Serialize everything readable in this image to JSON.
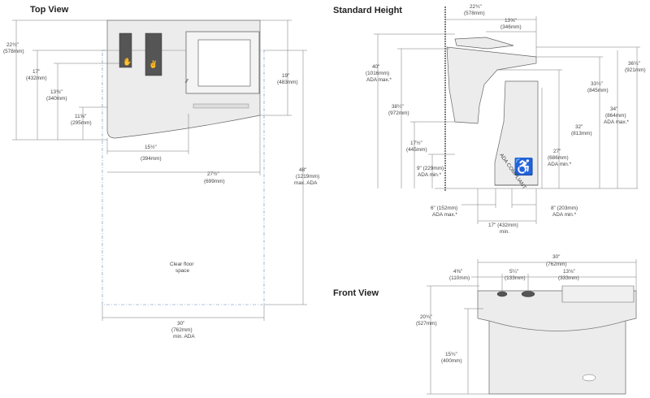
{
  "views": {
    "top": {
      "title": "Top View"
    },
    "standard": {
      "title": "Standard Height"
    },
    "front": {
      "title": "Front View"
    }
  },
  "top_dims": {
    "d1": [
      "22¾\"",
      "(578mm)"
    ],
    "d2": [
      "17\"",
      "(432mm)"
    ],
    "d3": [
      "13⅜\"",
      "(340mm)"
    ],
    "d4": [
      "11⅝\"",
      "(295mm)"
    ],
    "d5": [
      "19\"",
      "(483mm)"
    ],
    "d6": [
      "15½\"",
      "(394mm)"
    ],
    "d7": [
      "27½\"",
      "(699mm)"
    ],
    "d8": [
      "48\"",
      "(1219mm)",
      "max. ADA"
    ],
    "d9": [
      "30\"",
      "(762mm)",
      "min. ADA"
    ],
    "clear": [
      "Clear floor",
      "space"
    ]
  },
  "std_dims": {
    "d1": [
      "22¾\"",
      "(578mm)"
    ],
    "d2": [
      "13⅝\"",
      "(346mm)"
    ],
    "d3": [
      "40\"",
      "(1016mm)",
      "ADA max.*"
    ],
    "d4": [
      "38¼\"",
      "(972mm)"
    ],
    "d5": [
      "17½\"",
      "(445mm)"
    ],
    "d6": [
      "9\" (229mm)",
      "ADA min.*"
    ],
    "d7": [
      "36¼\"",
      "(921mm)"
    ],
    "d8": [
      "33¼\"",
      "(845mm)"
    ],
    "d9": [
      "34\"",
      "(864mm)",
      "ADA max.*"
    ],
    "d10": [
      "32\"",
      "(813mm)"
    ],
    "d11": [
      "27\"",
      "(686mm)",
      "ADA min.*"
    ],
    "d12": [
      "6\" (152mm)",
      "ADA max.*"
    ],
    "d13": [
      "8\" (203mm)",
      "ADA min.*"
    ],
    "d14": [
      "17\" (432mm)",
      "min."
    ],
    "ada": "ADA COMPLIANT"
  },
  "front_dims": {
    "d1": [
      "30\"",
      "(762mm)"
    ],
    "d2": [
      "4⅜\"",
      "(110mm)"
    ],
    "d3": [
      "5¼\"",
      "(133mm)"
    ],
    "d4": [
      "13⅛\"",
      "(333mm)"
    ],
    "d5": [
      "20¾\"",
      "(527mm)"
    ],
    "d6": [
      "15¾\"",
      "(400mm)"
    ]
  },
  "colors": {
    "dimension_line": "#777777",
    "clear_space": "#5c87b8",
    "fixture": "#ececec"
  },
  "icons": [
    "wheelchair-icon",
    "hand-dryer-icon",
    "soap-icon",
    "logo-icon"
  ]
}
